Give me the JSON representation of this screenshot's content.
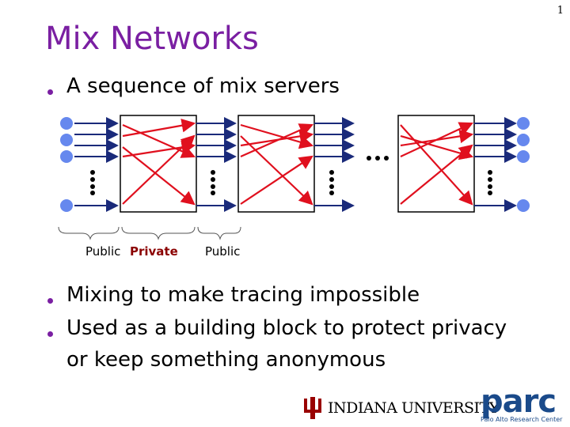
{
  "slide_number": "1",
  "title": "Mix Networks",
  "bullets": {
    "b1": "A sequence of mix servers",
    "b2": "Mixing to make tracing impossible",
    "b3": "Used as a building block to protect privacy",
    "b3_cont": "or keep something anonymous"
  },
  "diagram_labels": {
    "public_1": "Public",
    "private": "Private",
    "public_2": "Public"
  },
  "logos": {
    "iu": "INDIANA UNIVERSITY",
    "parc": "parc",
    "parc_sub": "Palo Alto Research Center"
  },
  "colors": {
    "title": "#7a1fa2",
    "node": "#6688ee",
    "wire": "#1a2a7a",
    "cross": "#e0101e",
    "iu": "#990000",
    "parc": "#1a4a8a"
  }
}
